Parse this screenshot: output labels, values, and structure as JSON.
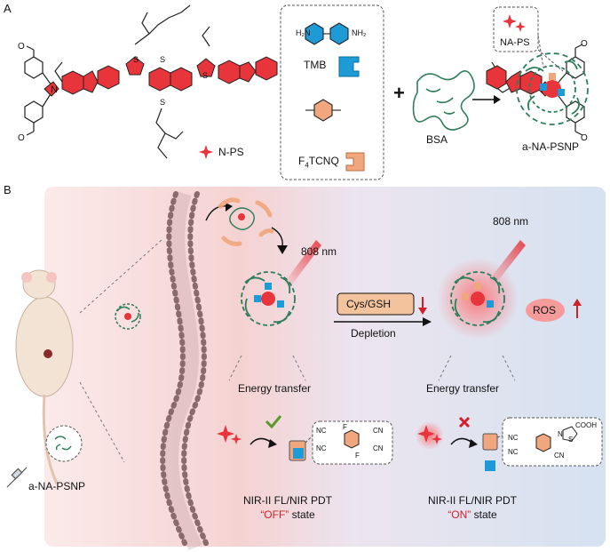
{
  "panel_a": {
    "letter": "A",
    "tmb_label": "TMB",
    "f4tcnq_label_main": "F",
    "f4tcnq_label_sub": "4",
    "f4tcnq_label_rest": "TCNQ",
    "nps_legend": "N-PS",
    "plus": "+",
    "bsa_label": "BSA",
    "nap_ps_label": "NA-PS",
    "product_label": "a-NA-PSNP",
    "nh2_left": "H₂N",
    "nh2_right": "NH₂",
    "thiophene_s": "S",
    "btd_s": "S",
    "btd_n": "N"
  },
  "panel_b": {
    "letter": "B",
    "mouse_label": "a-NA-PSNP",
    "laser_left": "808 nm",
    "laser_right": "808 nm",
    "cys_gsh": "Cys/GSH",
    "depletion": "Depletion",
    "ros": "ROS",
    "energy_left": "Energy transfer",
    "energy_right": "Energy transfer",
    "state_left_title": "NIR-II FL/NIR PDT",
    "state_left_word": "“OFF”",
    "state_left_suffix": " state",
    "state_right_title": "NIR-II FL/NIR PDT",
    "state_right_word": "“ON”",
    "state_right_suffix": " state",
    "cooh": "COOH",
    "nc": "NC",
    "cn": "CN",
    "f": "F",
    "s": "S",
    "n": "N"
  },
  "colors": {
    "accent_red": "#e8343b",
    "protein_green": "#2e7d5b",
    "tmb_blue": "#1e9ad6",
    "f4tcnq_orange": "#f0a77d",
    "bg_pink": "#f6d9d9",
    "bg_blue": "#d6e3f1"
  }
}
